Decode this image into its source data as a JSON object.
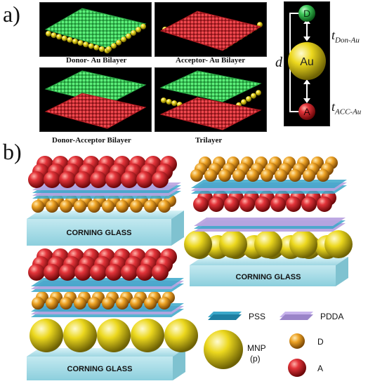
{
  "panel_a": {
    "label": "a)",
    "thumbnails": [
      {
        "caption": "Donor- Au Bilayer"
      },
      {
        "caption": "Acceptor- Au Bilayer"
      },
      {
        "caption": "Donor-Acceptor Bilayer"
      },
      {
        "caption": "Trilayer"
      }
    ],
    "diagram": {
      "donor_node": "D",
      "gold_node": "Au",
      "acceptor_node": "A",
      "distance_label": "d",
      "t_don_main": "t",
      "t_don_sub": "Don-Au",
      "t_acc_main": "t",
      "t_acc_sub": "ACC-Au"
    }
  },
  "panel_b": {
    "label": "b)",
    "stacks": [
      {
        "substrate_label": "CORNING GLASS"
      },
      {
        "substrate_label": "CORNING GLASS"
      },
      {
        "substrate_label": "CORNING GLASS"
      }
    ],
    "legend": {
      "pss": "PSS",
      "pdda": "PDDA",
      "mnp_line1": "MNP",
      "mnp_line2": "(p)",
      "donor": "D",
      "acceptor": "A"
    }
  },
  "colors": {
    "donor_green": "#3ec85a",
    "acceptor_red": "#d8262e",
    "gold": "#e8d21c",
    "orange": "#e89a1a",
    "glass": "#b9e4ec",
    "pss": "#3aa7c9",
    "pdda": "#b9a3e0"
  }
}
